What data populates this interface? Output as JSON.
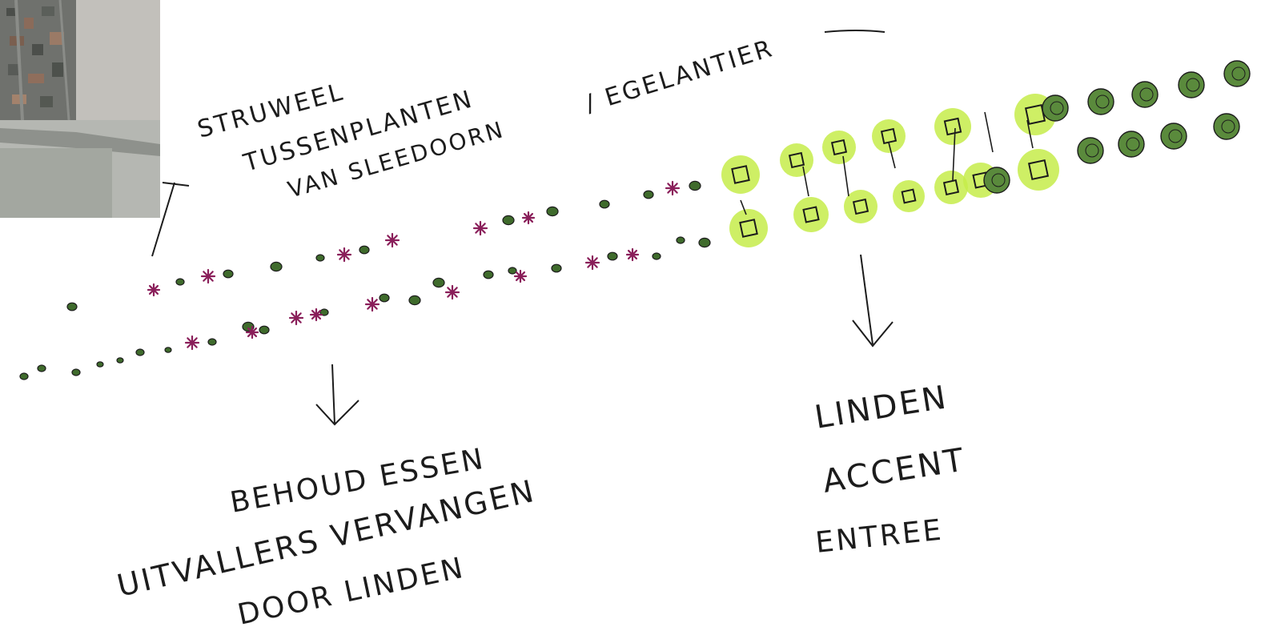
{
  "labels": {
    "struweel": "STRUWEEL",
    "tussenplanten": "TUSSENPLANTEN",
    "egelantier": "/ EGELANTIER",
    "van_sleedoorn": "VAN SLEEDOORN",
    "behoud_essen": "BEHOUD ESSEN",
    "uitvallers": "UITVALLERS VERVANGEN",
    "door_linden": "DOOR LINDEN",
    "linden": "LINDEN",
    "accent": "ACCENT",
    "entree": "ENTREE"
  },
  "inset": {
    "type": "aerial-photo-thumbnail"
  },
  "colors": {
    "ink": "#1c1c1c",
    "tree_fill": "#3f6b2c",
    "tree_light": "#5a8a3c",
    "shrub": "#8a1f5a",
    "highlight": "#c6ec4a"
  }
}
